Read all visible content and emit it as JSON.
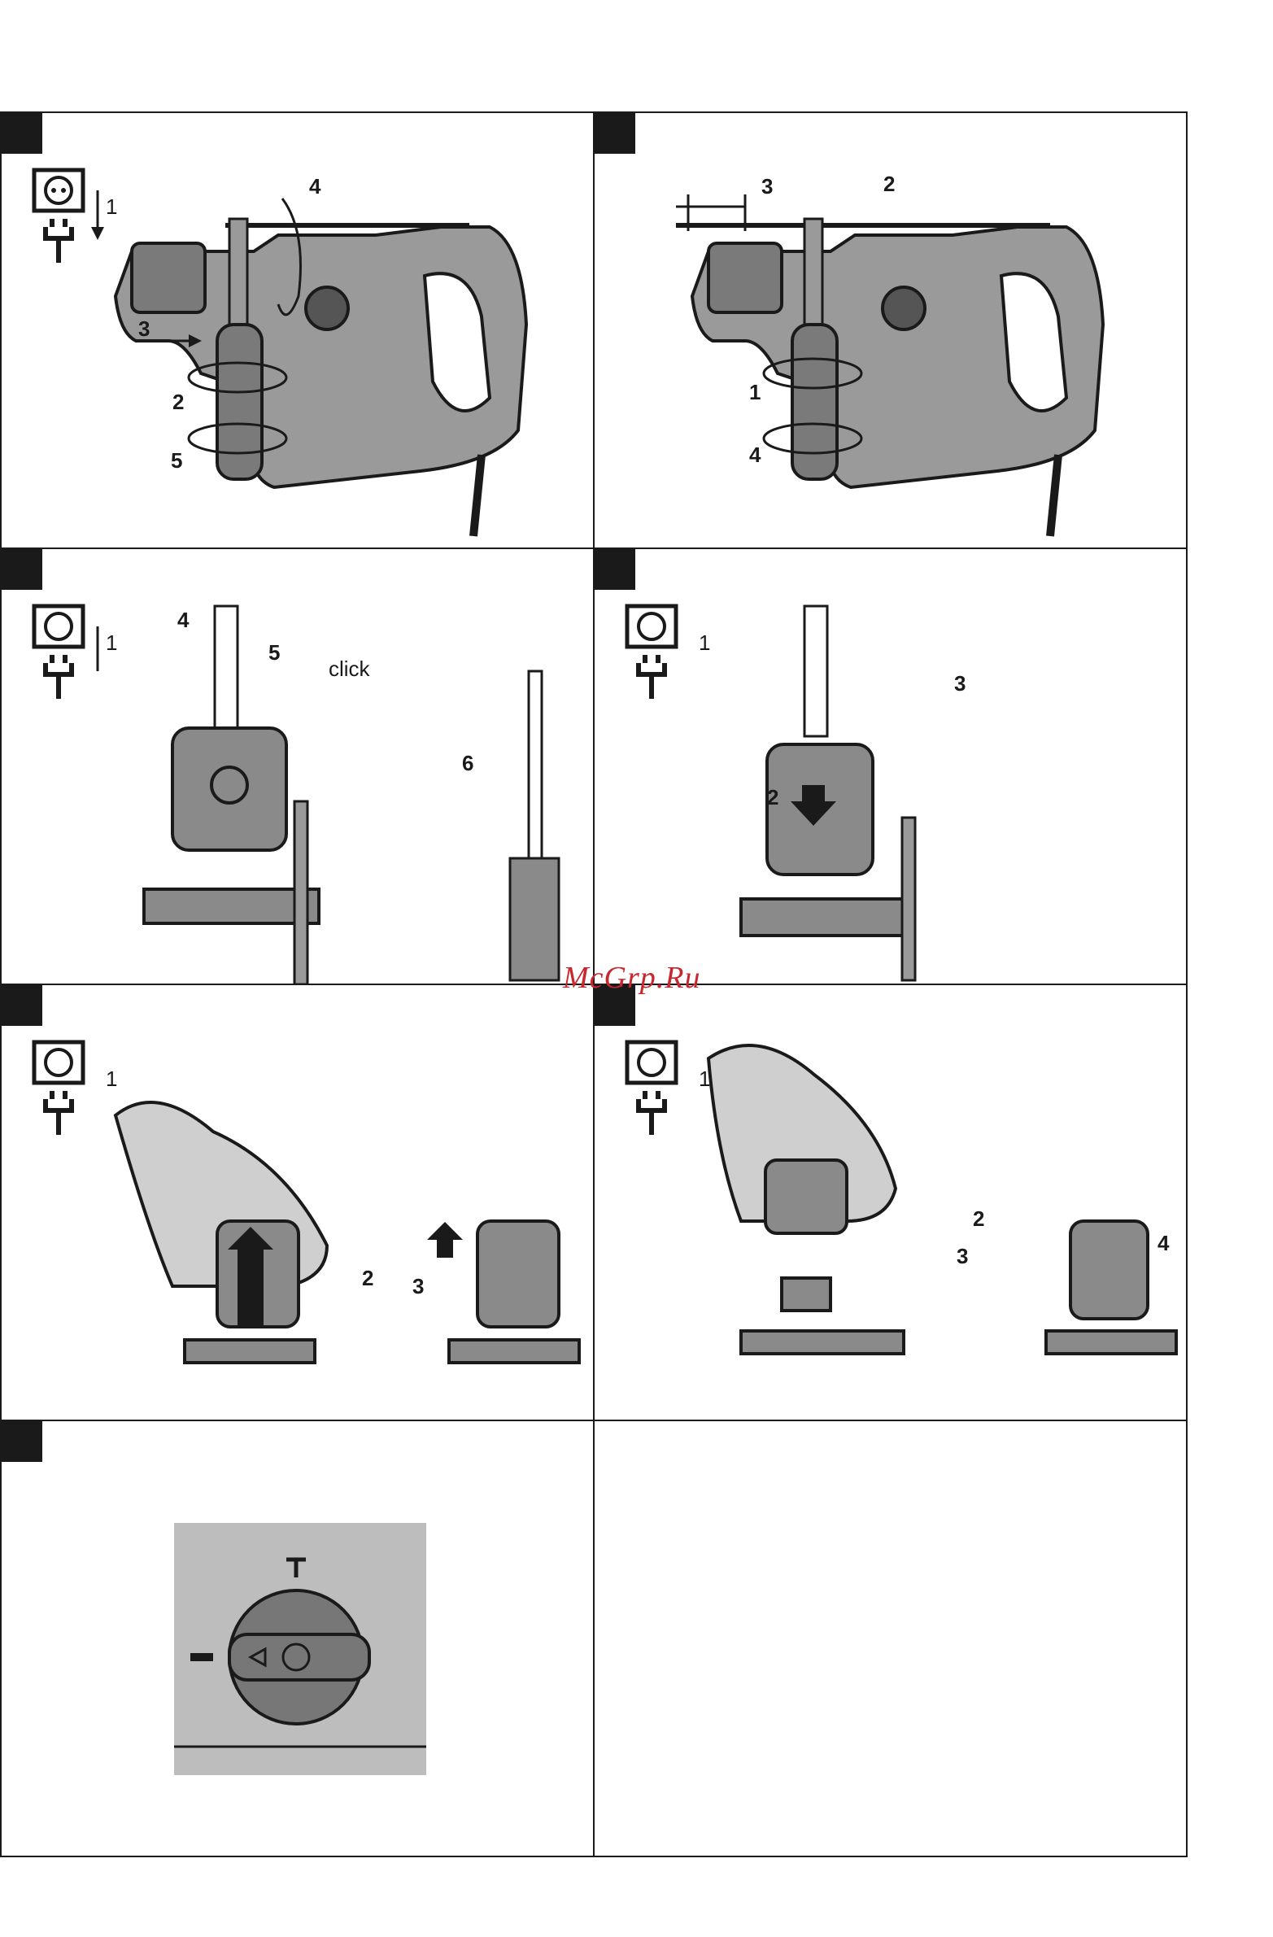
{
  "watermark": "McGrp.Ru",
  "panels": [
    {
      "id": "p1",
      "labels": {
        "step1": "1",
        "step2": "2",
        "step3": "3",
        "step4": "4",
        "step5": "5"
      }
    },
    {
      "id": "p2",
      "labels": {
        "step1": "1",
        "step2": "2",
        "step3": "3",
        "step4": "4"
      }
    },
    {
      "id": "p3",
      "labels": {
        "step1": "1",
        "step4": "4",
        "step5": "5",
        "step6": "6",
        "click": "click"
      }
    },
    {
      "id": "p4",
      "labels": {
        "step1": "1",
        "step2": "2",
        "step3": "3"
      }
    },
    {
      "id": "p5",
      "labels": {
        "step1": "1",
        "step2": "2",
        "step3": "3"
      }
    },
    {
      "id": "p6",
      "labels": {
        "step1": "1",
        "step2": "2",
        "step3": "3",
        "step4": "4"
      }
    },
    {
      "id": "p7",
      "labels": {}
    },
    {
      "id": "p8",
      "labels": {}
    }
  ],
  "icons": {
    "unplug": "plug-socket-icon",
    "gear": "mode-selector-icon"
  }
}
